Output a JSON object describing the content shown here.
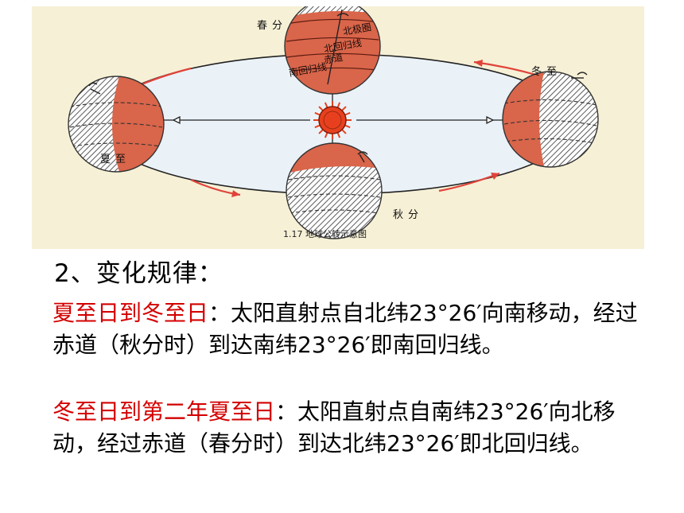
{
  "figure": {
    "background": "#f6f0d6",
    "ellipse_fill": "#eaf2f8",
    "arrow_color": "#e0433a",
    "earth_red": "#d9654a",
    "earth_line": "#5a1a10",
    "sun_color": "#e8401e",
    "labels": {
      "spring": "春分",
      "winter": "冬至",
      "summer": "夏至",
      "autumn": "秋分",
      "arctic_circle": "北极圈",
      "tropic_cancer": "北回归线",
      "equator": "赤道",
      "tropic_capricorn": "南回归线"
    },
    "caption": "1.17  地球公转示意图"
  },
  "text": {
    "heading": "2、变化规律：",
    "p1_red": "夏至日到冬至日",
    "p1_rest": "：太阳直射点自北纬23°26′向南移动，经过赤道（秋分时）到达南纬23°26′即南回归线。",
    "p2_red": "冬至日到第二年夏至日",
    "p2_rest": "：太阳直射点自南纬23°26′向北移动，经过赤道（春分时）到达北纬23°26′即北回归线。"
  }
}
